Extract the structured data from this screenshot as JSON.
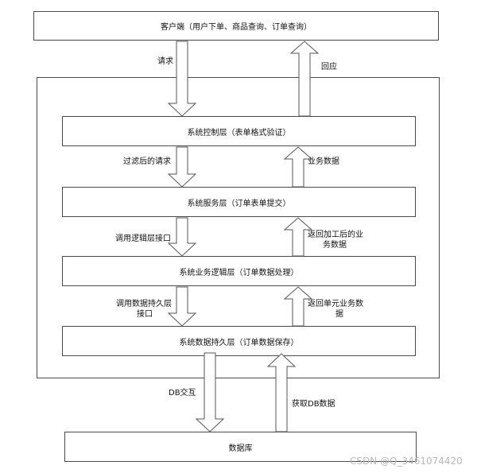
{
  "client": {
    "label": "客户端（用户下单、商品查询、订单查询）"
  },
  "layers": {
    "control": "系统控制层（表单格式验证）",
    "service": "系统服务层（订单表单提交）",
    "logic": "系统业务逻辑层（订单数据处理）",
    "persistence": "系统数据持久层（订单数据保存）"
  },
  "database": {
    "label": "数据库"
  },
  "arrows": {
    "request": "请求",
    "response": "回应",
    "filtered_request": "过滤后的请求",
    "business_data": "业务数据",
    "call_logic_line1": "调用逻辑层接口",
    "processed_data_line1": "返回加工后的业",
    "processed_data_line2": "务数据",
    "call_persist_line1": "调用数据持久层",
    "call_persist_line2": "接口",
    "unit_data_line1": "返回单元业务数",
    "unit_data_line2": "据",
    "db_interact": "DB交互",
    "get_db_data": "获取DB数据"
  },
  "watermark": "CSDN @Q_3461074420"
}
